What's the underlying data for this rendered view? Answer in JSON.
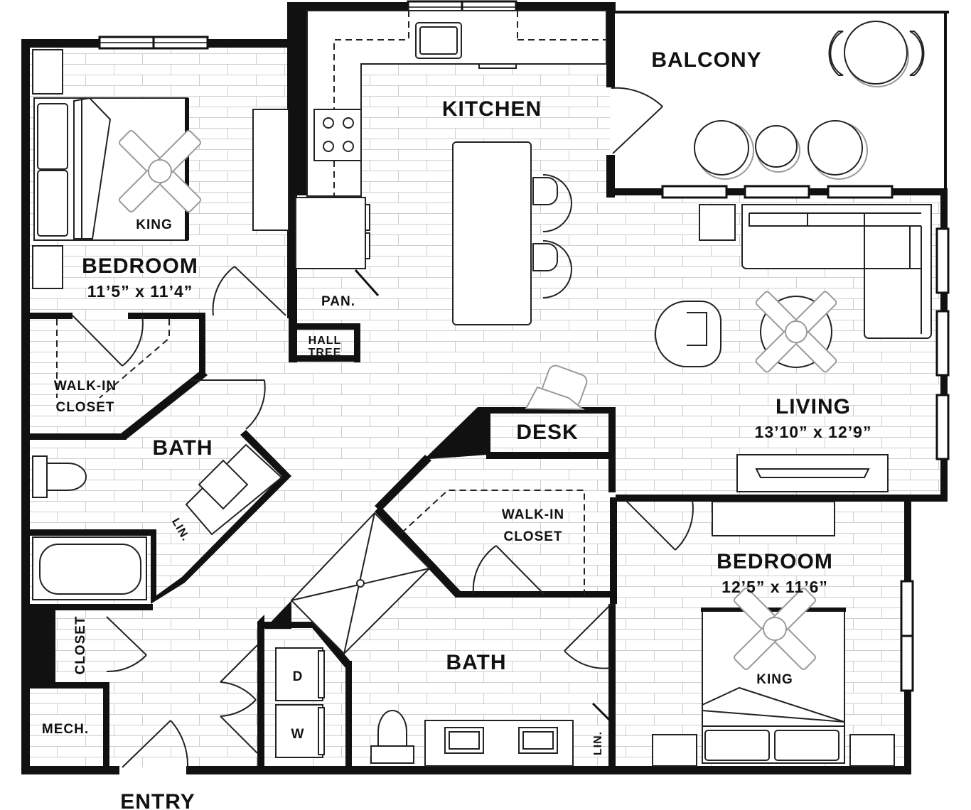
{
  "labels": {
    "balcony": "BALCONY",
    "kitchen": "KITCHEN",
    "bedroom1": "BEDROOM",
    "bedroom1_dim": "11’5” x 11’4”",
    "king1": "KING",
    "pantry": "PAN.",
    "hall_tree_line1": "HALL",
    "hall_tree_line2": "TREE",
    "walkin1_line1": "WALK-IN",
    "walkin1_line2": "CLOSET",
    "bath1": "BATH",
    "linen1": "LIN.",
    "desk": "DESK",
    "living": "LIVING",
    "living_dim": "13’10” x 12’9”",
    "walkin2_line1": "WALK-IN",
    "walkin2_line2": "CLOSET",
    "bedroom2": "BEDROOM",
    "bedroom2_dim": "12’5” x 11’6”",
    "king2": "KING",
    "bath2": "BATH",
    "closet": "CLOSET",
    "dryer": "D",
    "washer": "W",
    "linen2": "LIN.",
    "mech": "MECH.",
    "entry": "ENTRY"
  },
  "colors": {
    "wall": "#111111",
    "floor_lines": "#cfcfcf",
    "furniture_gray": "#9a9a9a"
  }
}
